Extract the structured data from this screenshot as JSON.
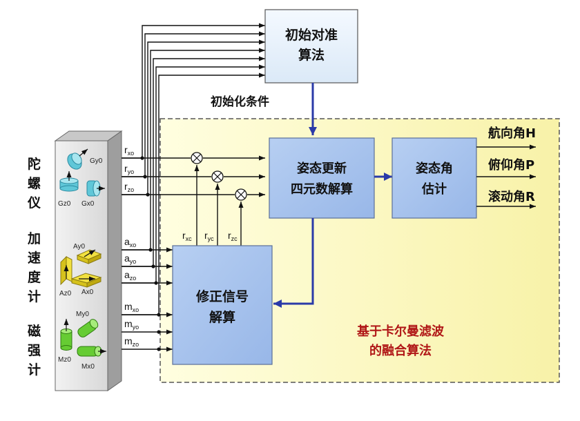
{
  "top_block": {
    "line1": "初始对准",
    "line2": "算法"
  },
  "init_condition": "初始化条件",
  "quat_block": {
    "line1": "姿态更新",
    "line2": "四元数解算"
  },
  "attitude_block": {
    "line1": "姿态角",
    "line2": "估计"
  },
  "correction_block": {
    "line1": "修正信号",
    "line2": "解算"
  },
  "fusion_label": {
    "line1": "基于卡尔曼滤波",
    "line2": "的融合算法"
  },
  "outputs": {
    "heading": "航向角H",
    "pitch": "俯仰角P",
    "roll": "滚动角R"
  },
  "sensor_groups": {
    "gyro": [
      "陀",
      "螺",
      "仪"
    ],
    "accel": [
      "加",
      "速",
      "度",
      "计"
    ],
    "mag": [
      "磁",
      "强",
      "计"
    ]
  },
  "sensor_icons": {
    "gyro": {
      "y": "Gy0",
      "z": "Gz0",
      "x": "Gx0"
    },
    "accel": {
      "y": "Ay0",
      "z": "Az0",
      "x": "Ax0"
    },
    "mag": {
      "y": "My0",
      "z": "Mz0",
      "x": "Mx0"
    }
  },
  "gyro_signals": {
    "x": {
      "main": "r",
      "sub": "xo"
    },
    "y": {
      "main": "r",
      "sub": "yo"
    },
    "z": {
      "main": "r",
      "sub": "zo"
    }
  },
  "accel_signals": {
    "x": {
      "main": "a",
      "sub": "xo"
    },
    "y": {
      "main": "a",
      "sub": "yo"
    },
    "z": {
      "main": "a",
      "sub": "zo"
    }
  },
  "mag_signals": {
    "x": {
      "main": "m",
      "sub": "xo"
    },
    "y": {
      "main": "m",
      "sub": "yo"
    },
    "z": {
      "main": "m",
      "sub": "zo"
    }
  },
  "correction_signals": {
    "x": {
      "main": "r",
      "sub": "xc"
    },
    "y": {
      "main": "r",
      "sub": "yc"
    },
    "z": {
      "main": "r",
      "sub": "zc"
    }
  },
  "colors": {
    "block_fill": "#a9c4ef",
    "block_fill_top": "#eef5fc",
    "fusion_bg": "#fdfbc6",
    "fusion_border": "#555555",
    "accent_arrow": "#2a3aa8",
    "text_red": "#b01616"
  }
}
